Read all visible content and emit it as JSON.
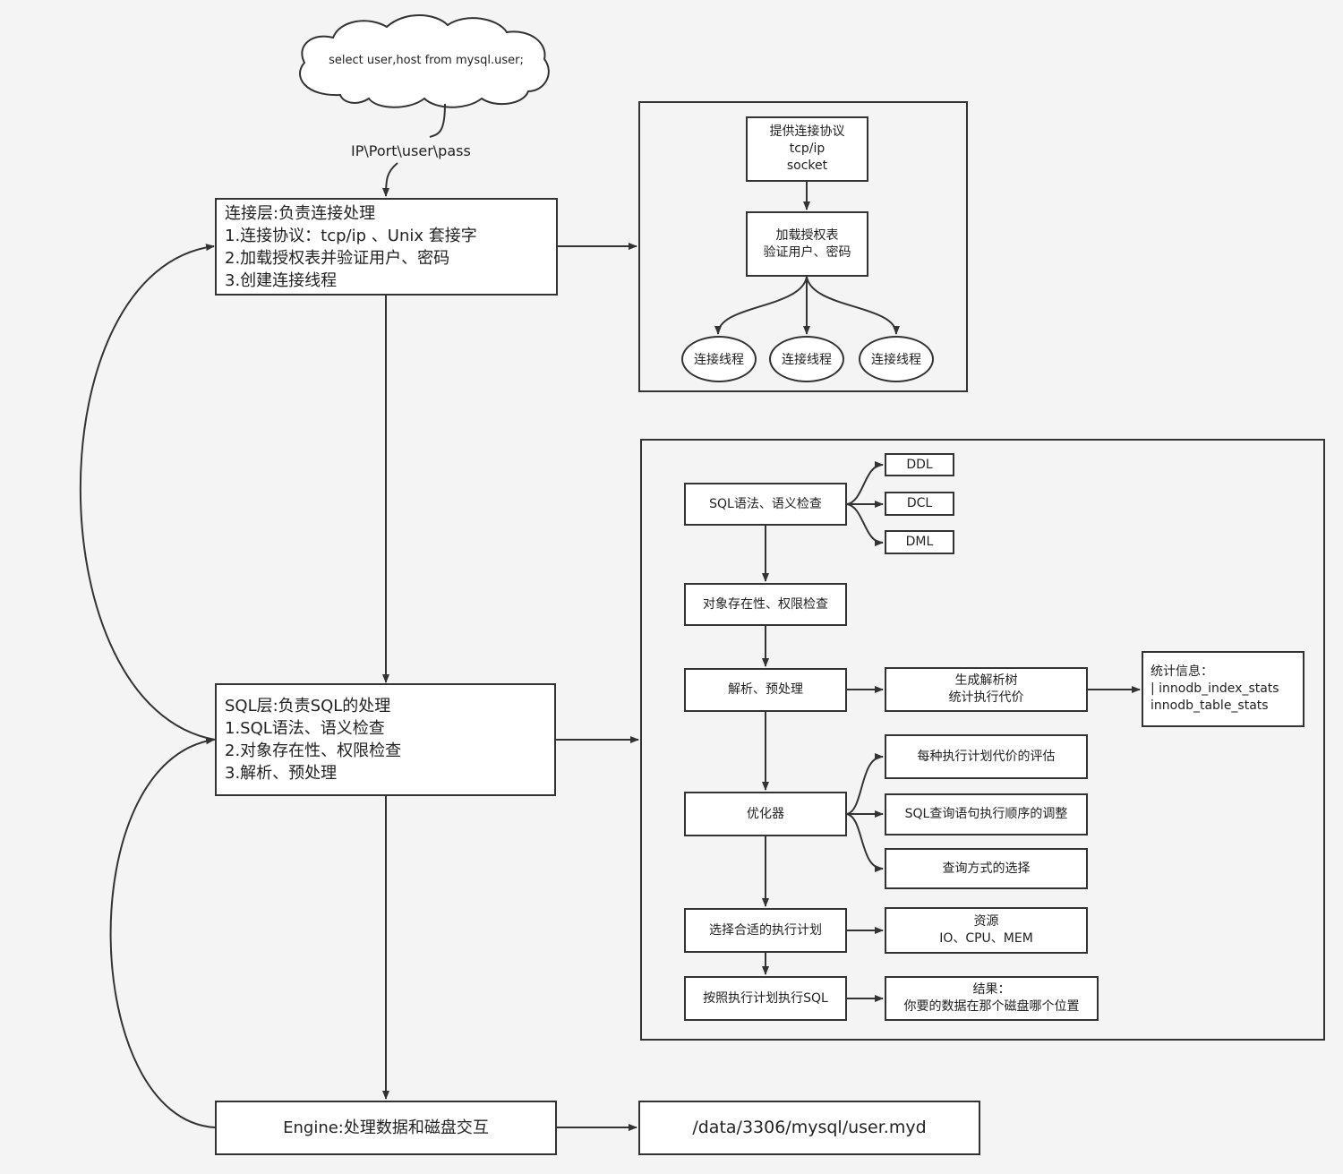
{
  "cloud": {
    "text": "select user,host from mysql.user;"
  },
  "cloud_edge_label": "IP\\Port\\user\\pass",
  "connection_layer": {
    "title": "连接层:负责连接处理",
    "lines": [
      "1.连接协议：tcp/ip 、Unix 套接字",
      "2.加载授权表并验证用户、密码",
      "3.创建连接线程"
    ]
  },
  "connection_detail": {
    "protocol": [
      "提供连接协议",
      "tcp/ip",
      "socket"
    ],
    "auth": [
      "加载授权表",
      "验证用户、密码"
    ],
    "threads": [
      "连接线程",
      "连接线程",
      "连接线程"
    ]
  },
  "sql_layer": {
    "title": "SQL层:负责SQL的处理",
    "lines": [
      "1.SQL语法、语义检查",
      "2.对象存在性、权限检查",
      "3.解析、预处理"
    ]
  },
  "sql_detail": {
    "syntax_check": "SQL语法、语义检查",
    "syntax_types": [
      "DDL",
      "DCL",
      "DML"
    ],
    "object_check": "对象存在性、权限检查",
    "parse": "解析、预处理",
    "parse_tree": [
      "生成解析树",
      "统计执行代价"
    ],
    "stats": [
      "统计信息：",
      "| innodb_index_stats",
      "innodb_table_stats"
    ],
    "optimizer": "优化器",
    "optimizer_tasks": [
      "每种执行计划代价的评估",
      "SQL查询语句执行顺序的调整",
      "查询方式的选择"
    ],
    "choose_plan": "选择合适的执行计划",
    "resources": [
      "资源",
      "IO、CPU、MEM"
    ],
    "execute": "按照执行计划执行SQL",
    "result": [
      "结果：",
      "你要的数据在那个磁盘哪个位置"
    ]
  },
  "engine": {
    "title": "Engine:处理数据和磁盘交互"
  },
  "data_file": {
    "path": "/data/3306/mysql/user.myd"
  }
}
